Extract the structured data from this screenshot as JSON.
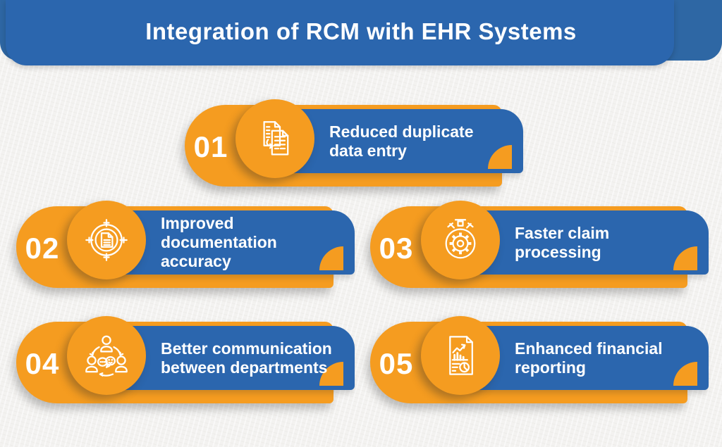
{
  "header": {
    "title": "Integration of RCM with EHR Systems"
  },
  "colors": {
    "blue": "#2b66ae",
    "blue_back": "#2e67a4",
    "orange": "#f59c20",
    "background": "#f3f2f0",
    "text": "#ffffff"
  },
  "items": [
    {
      "number": "01",
      "icon": "duplicate-documents-icon",
      "lines": [
        "Reduced duplicate",
        "data entry"
      ]
    },
    {
      "number": "02",
      "icon": "document-target-icon",
      "lines": [
        "Improved documentation",
        "accuracy"
      ]
    },
    {
      "number": "03",
      "icon": "stopwatch-gear-icon",
      "lines": [
        "Faster claim",
        "processing"
      ]
    },
    {
      "number": "04",
      "icon": "people-communication-icon",
      "lines": [
        "Better communication",
        "between departments"
      ]
    },
    {
      "number": "05",
      "icon": "financial-report-icon",
      "lines": [
        "Enhanced financial",
        "reporting"
      ]
    }
  ]
}
